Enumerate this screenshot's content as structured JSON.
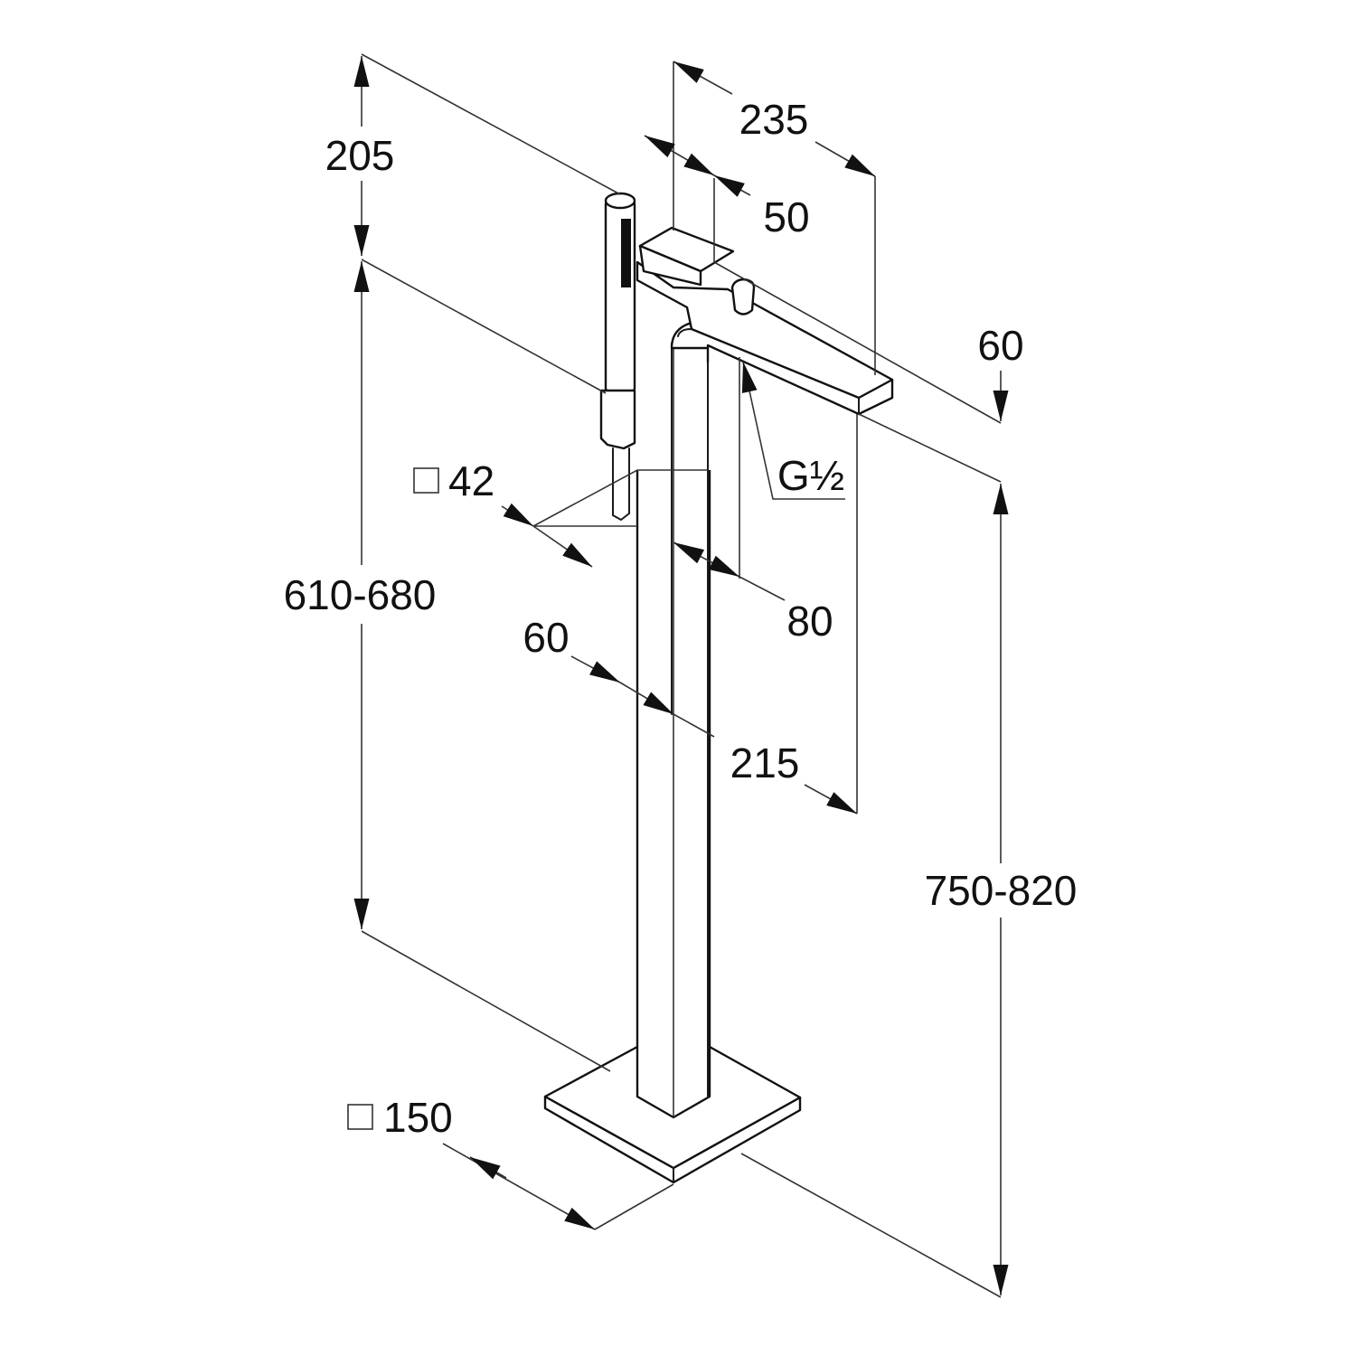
{
  "title": "Freestanding bath mixer dimension drawing",
  "dimensions": {
    "shower_height": "205",
    "body_height": "610-680",
    "total_height": "750-820",
    "spout_thickness": "60",
    "spout_length": "235",
    "lever_width": "50",
    "shower_column": "42",
    "column_depth": "80",
    "hose_offset": "60",
    "spout_reach": "215",
    "base_plate": "150",
    "thread": "G½"
  },
  "colors": {
    "line": "#1a1a1a",
    "background": "#ffffff"
  }
}
